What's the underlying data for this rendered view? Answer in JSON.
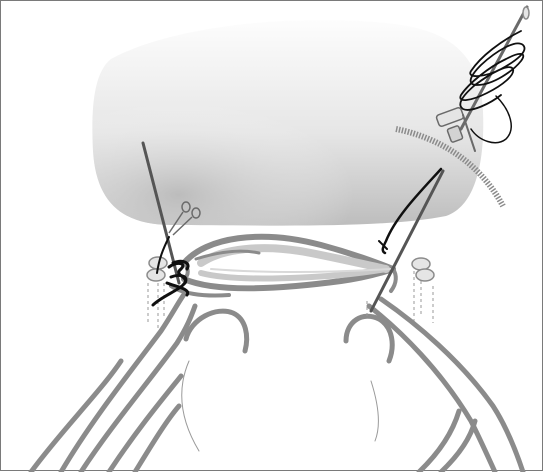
{
  "figure": {
    "caption": "",
    "colors": {
      "outline": "#7a7a7a",
      "tissue_gray": "#8b8b8b",
      "tissue_light": "#d3d3d3",
      "fill_dark": "#bdbdbd",
      "fill_light": "#fdfdfd",
      "needle": "#555555",
      "suture_black": "#101010",
      "ring_fill": "#e5e5e5"
    },
    "icons": [
      "needle-instrument-left",
      "scissors-icon",
      "knot-coil-icon",
      "needle-instrument-right",
      "drill-coil-icon",
      "guide-rail-icon",
      "ring-markers-left",
      "ring-markers-right"
    ]
  }
}
